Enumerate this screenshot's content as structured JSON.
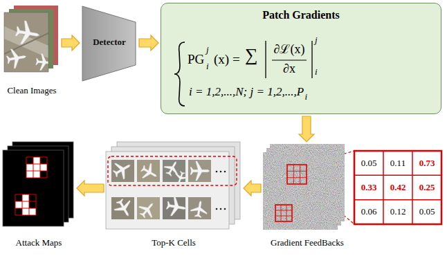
{
  "diagram": {
    "nodes": [
      {
        "text": [
          "Clean Images"
        ]
      },
      {
        "text": [
          "Detector"
        ]
      },
      {
        "text": [
          "Patch Gradients",
          "PG",
          "i",
          "j",
          "(x) =",
          "∑",
          "∂ℒ(x)",
          "∂x",
          "i",
          "j",
          "i = 1,2,...,N; j = 1,2,...,P",
          "i"
        ]
      },
      {
        "text": [
          "Gradient FeedBacks"
        ]
      },
      {
        "text": [
          "Top-K Cells"
        ]
      },
      {
        "text": [
          "Attack Maps"
        ]
      }
    ],
    "edges": [
      {
        "from": 0,
        "to": 1,
        "arrow": "to"
      },
      {
        "from": 1,
        "to": 2,
        "arrow": "to"
      },
      {
        "from": 2,
        "to": 3,
        "arrow": "to"
      },
      {
        "from": 3,
        "to": 4,
        "arrow": "to"
      },
      {
        "from": 4,
        "to": 5,
        "arrow": "to"
      }
    ],
    "labels": [
      "0.05",
      "0.11",
      "0.73",
      "0.33",
      "0.42",
      "0.25",
      "0.06",
      "0.12",
      "0.05"
    ]
  }
}
